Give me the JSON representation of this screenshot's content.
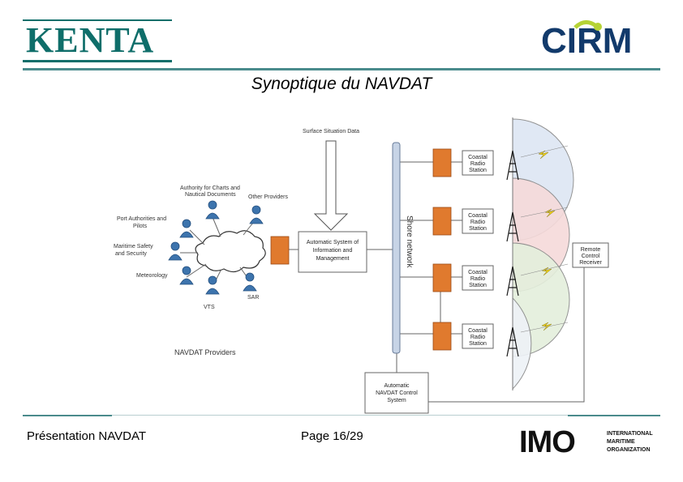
{
  "header": {
    "logo_left": "KENTA",
    "logo_right": "CIRM",
    "title": "Synoptique du NAVDAT"
  },
  "diagram": {
    "surface_label": "Surface Situation Data",
    "authority_label_1": "Authority for Charts and",
    "authority_label_2": "Nautical Documents",
    "other_providers": "Other Providers",
    "port_label_1": "Port Authorities and",
    "port_label_2": "Pilots",
    "safety_label_1": "Maritime Safety",
    "safety_label_2": "and Security",
    "meteorology": "Meteorology",
    "sar": "SAR",
    "vts": "VTS",
    "providers": "NAVDAT Providers",
    "ais_1": "Automatic System of",
    "ais_2": "Information and",
    "ais_3": "Management",
    "shore_network": "Shore network",
    "coastal_1": "Coastal",
    "coastal_2": "Radio",
    "coastal_3": "Station",
    "remote_1": "Remote",
    "remote_2": "Control",
    "remote_3": "Receiver",
    "control_1": "Automatic",
    "control_2": "NAVDAT Control",
    "control_3": "System"
  },
  "colors": {
    "accent": "#4a8b8c",
    "firewall": "#e07a2e",
    "person": "#3d74ad",
    "mast": "#1a1a1a",
    "zone_red": "#f6dada",
    "zone_green": "#e4efdc",
    "zone_blue": "#dde6f3"
  },
  "footer": {
    "left": "Présentation NAVDAT",
    "page": "Page  16/29",
    "imo_letters": "IMO",
    "imo_org_1": "INTERNATIONAL",
    "imo_org_2": "MARITIME",
    "imo_org_3": "ORGANIZATION"
  }
}
